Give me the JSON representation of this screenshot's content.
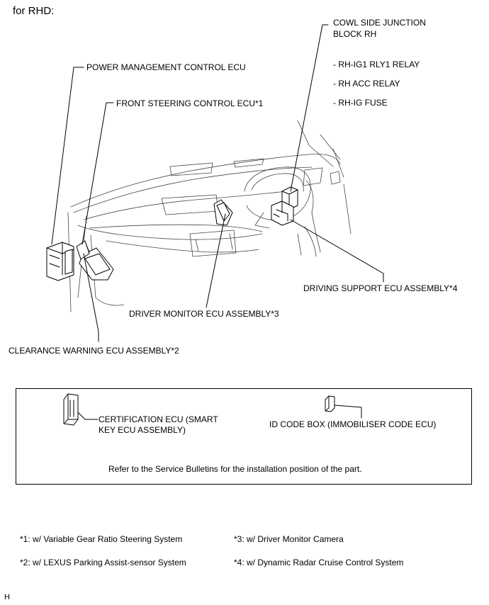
{
  "header": "for RHD:",
  "labels": {
    "cowl_side_junction_line1": "COWL SIDE JUNCTION",
    "cowl_side_junction_line2": "BLOCK RH",
    "relay1": "- RH-IG1 RLY1 RELAY",
    "relay2": "- RH ACC RELAY",
    "fuse": "- RH-IG FUSE",
    "power_management_ecu": "POWER MANAGEMENT CONTROL ECU",
    "front_steering_ecu": "FRONT STEERING CONTROL ECU*1",
    "driving_support_ecu": "DRIVING SUPPORT ECU ASSEMBLY*4",
    "driver_monitor_ecu": "DRIVER MONITOR ECU ASSEMBLY*3",
    "clearance_warning_ecu": "CLEARANCE WARNING ECU ASSEMBLY*2"
  },
  "box": {
    "certification_line1": "CERTIFICATION ECU (SMART",
    "certification_line2": "KEY ECU ASSEMBLY)",
    "id_code_box": "ID CODE BOX (IMMOBILISER CODE ECU)",
    "note": "Refer to the Service Bulletins for the installation position of the part."
  },
  "footnotes": {
    "n1": "*1: w/ Variable Gear Ratio Steering System",
    "n2": "*2: w/ LEXUS Parking Assist-sensor System",
    "n3": "*3: w/ Driver Monitor Camera",
    "n4": "*4: w/ Dynamic Radar Cruise Control System"
  },
  "corner_mark": "H"
}
